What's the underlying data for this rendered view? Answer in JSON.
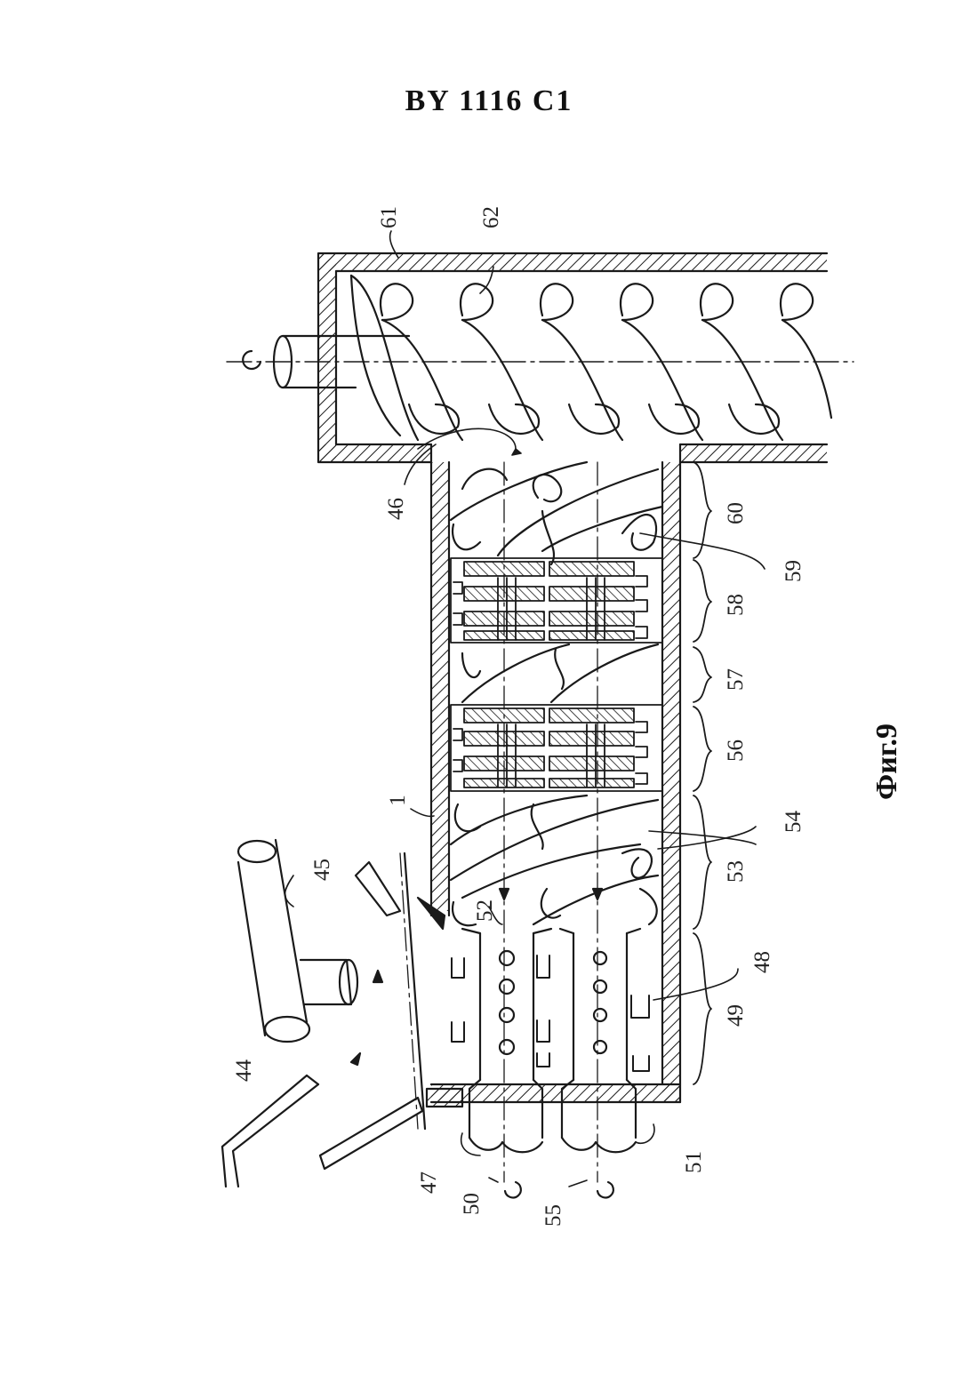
{
  "document": {
    "header": "BY 1116 C1",
    "figure_caption": "Фиг.9"
  },
  "callouts": {
    "c1": "1",
    "c44": "44",
    "c45": "45",
    "c46": "46",
    "c47": "47",
    "c48": "48",
    "c49": "49",
    "c50": "50",
    "c51": "51",
    "c52": "52",
    "c53": "53",
    "c54": "54",
    "c55": "55",
    "c56": "56",
    "c57": "57",
    "c58": "58",
    "c59": "59",
    "c60": "60",
    "c61": "61",
    "c62": "62"
  },
  "colors": {
    "ink": "#1a1a1a",
    "paper": "#ffffff"
  }
}
